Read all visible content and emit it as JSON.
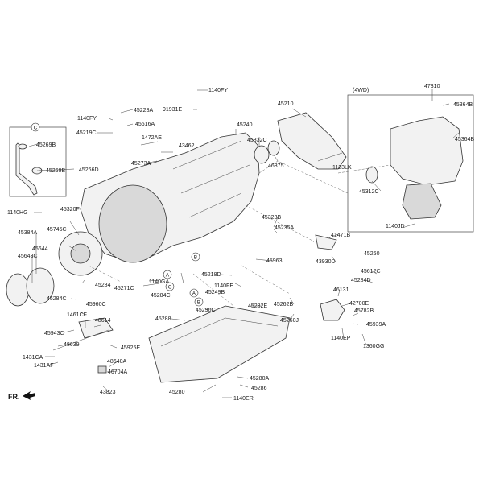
{
  "labels": {
    "l1140FY_a": "1140FY",
    "l91931E": "91931E",
    "l1140FY_b": "1140FY",
    "l45228A": "45228A",
    "l45616A": "45616A",
    "l45219C": "45219C",
    "l1472AE": "1472AE",
    "l43462": "43462",
    "l45273A": "45273A",
    "l45240": "45240",
    "l45332C": "45332C",
    "l46375": "46375",
    "l45210": "45210",
    "l1123LK": "1123LK",
    "l4wd": "(4WD)",
    "l47310": "47310",
    "l45364B_a": "45364B",
    "l45364B_b": "45364B",
    "l45312C": "45312C",
    "l1140JD": "1140JD",
    "l45269B_a": "45269B",
    "l45269B_b": "45269B",
    "l45266D": "45266D",
    "l1140HG": "1140HG",
    "l45320F": "45320F",
    "l45384A": "45384A",
    "l45745C": "45745C",
    "l45644": "45644",
    "l45643C": "45643C",
    "l45284": "45284",
    "l45284C_a": "45284C",
    "l45271C": "45271C",
    "l1140GA": "1140GA",
    "l45284C_b": "45284C",
    "l45249B": "45249B",
    "l45218D": "45218D",
    "l1140FE": "1140FE",
    "l45323B": "45323B",
    "l45235A": "45235A",
    "l41471B": "41471B",
    "l45963": "45963",
    "l43930D": "43930D",
    "l45260": "45260",
    "l45612C": "45612C",
    "l45284D": "45284D",
    "l46131": "46131",
    "l42700E": "42700E",
    "l45782B": "45782B",
    "l45939A": "45939A",
    "l1140EP": "1140EP",
    "l1360GG": "1360GG",
    "l45262B": "45262B",
    "l45260J": "45260J",
    "l45282E": "45282E",
    "l45290C": "45290C",
    "l45288": "45288",
    "l1461CF": "1461CF",
    "l45960C": "45960C",
    "l48614": "48614",
    "l45943C": "45943C",
    "l48639": "48639",
    "l45925E": "45925E",
    "l1431CA": "1431CA",
    "l1431AF": "1431AF",
    "l48640A": "48640A",
    "l46704A": "46704A",
    "l43823": "43823",
    "l45280": "45280",
    "l45280A": "45280A",
    "l45286": "45286",
    "l1140ER": "1140ER",
    "fr": "FR.",
    "circle_a": "A",
    "circle_b1": "B",
    "circle_b2": "B",
    "circle_c1": "C",
    "circle_c2": "C",
    "circle_a2": "A"
  }
}
